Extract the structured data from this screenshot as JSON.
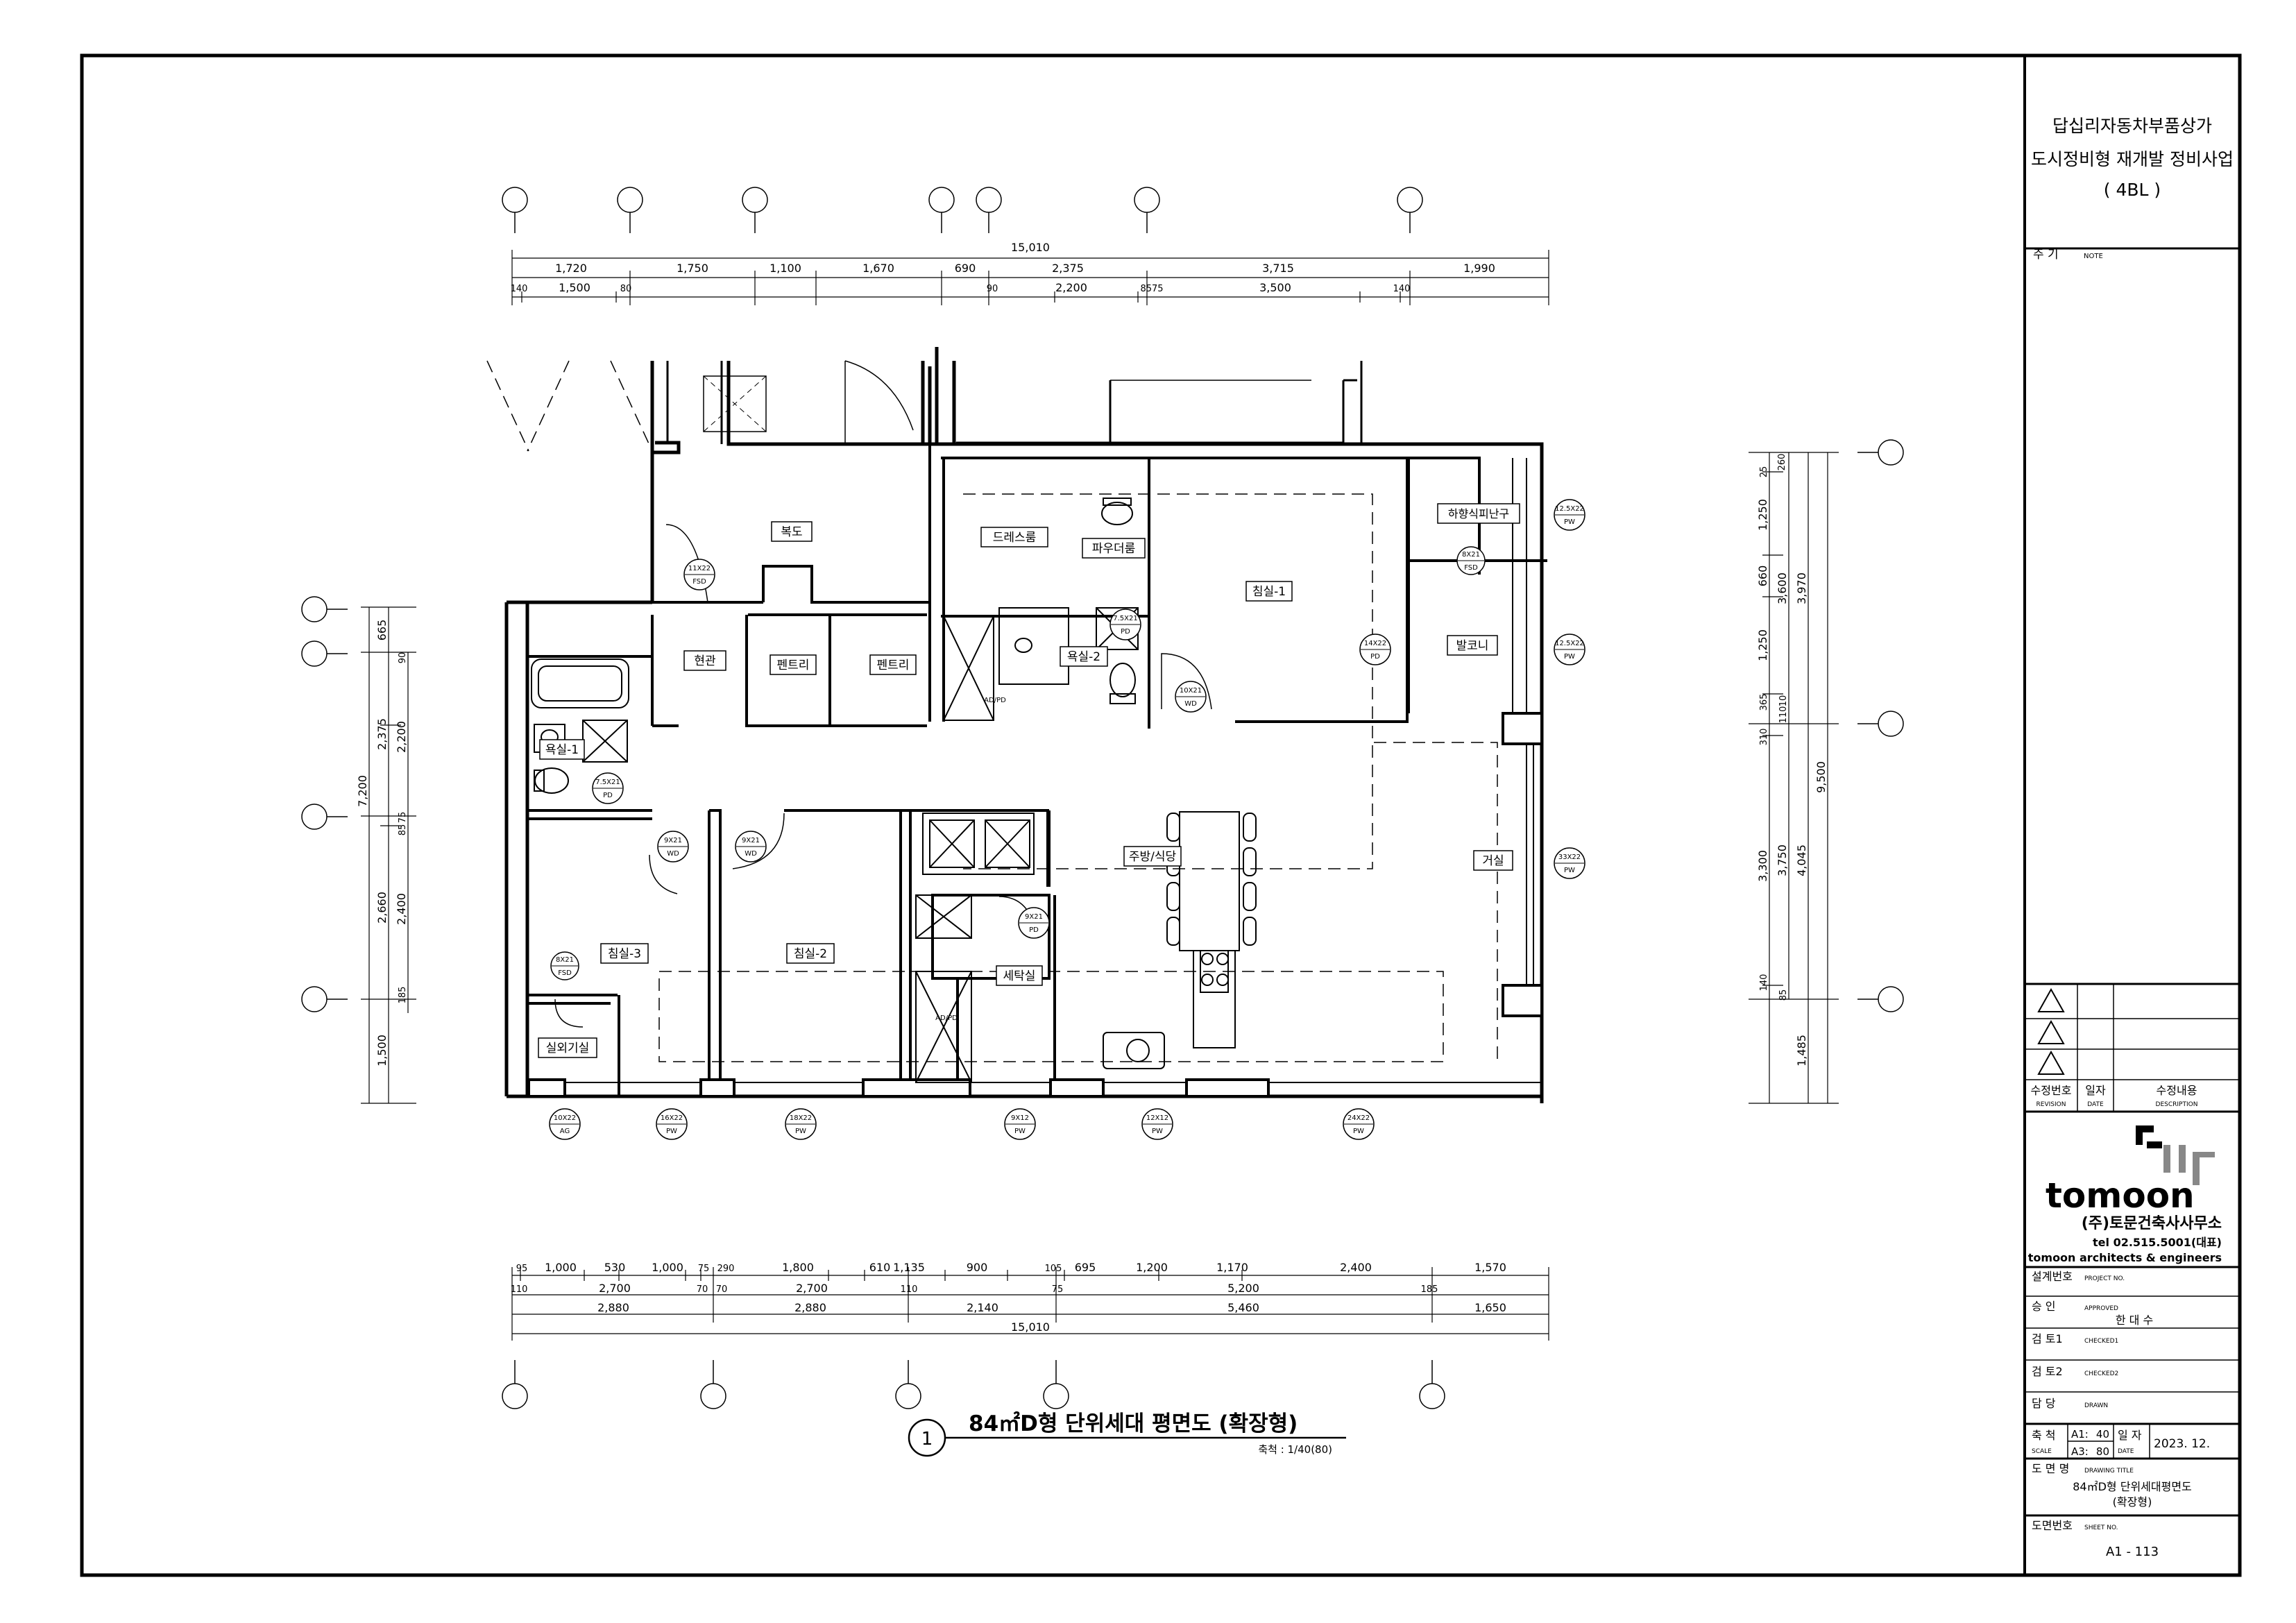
{
  "title_block": {
    "project_line1": "답십리자동차부품상가",
    "project_line2": "도시정비형 재개발 정비사업",
    "project_line3": "( 4BL )",
    "note_label": "주   기",
    "note_en": "NOTE",
    "revision_label": "수정번호",
    "revision_en": "REVISION",
    "date_label": "일자",
    "date_en": "DATE",
    "description_label": "수정내용",
    "description_en": "DESCRIPTION",
    "company_brand": "tomoon",
    "company_name": "(주)토문건축사사무소",
    "company_tel": "tel 02.515.5001(대표)",
    "company_en": "tomoon architects & engineers",
    "project_no_label": "설계번호",
    "project_no_en": "PROJECT NO.",
    "approved_label": "승    인",
    "approved_en": "APPROVED",
    "approved_name": "한 대 수",
    "checked1_label": "검   토1",
    "checked1_en": "CHECKED1",
    "checked2_label": "검   토2",
    "checked2_en": "CHECKED2",
    "drawn_label": "담    당",
    "drawn_en": "DRAWN",
    "scale_label": "축   척",
    "scale_en": "SCALE",
    "scale_a1": "A1:",
    "scale_a1_val": "40",
    "scale_a3": "A3:",
    "scale_a3_val": "80",
    "issue_date_label": "일   자",
    "issue_date_en": "DATE",
    "issue_date": "2023. 12.",
    "drawing_title_label": "도 면 명",
    "drawing_title_en": "DRAWING TITLE",
    "drawing_title_line1": "84㎡D형 단위세대평면도",
    "drawing_title_line2": "(확장형)",
    "sheet_no_label": "도면번호",
    "sheet_no_en": "SHEET NO.",
    "sheet_no": "A1  -  113"
  },
  "plan": {
    "title_number": "1",
    "title": "84㎡D형  단위세대  평면도  (확장형)",
    "scale_text": "축척 : 1/40(80)",
    "rooms": [
      "복도",
      "드레스룸",
      "파우더룸",
      "침실-1",
      "하향식피난구",
      "발코니",
      "현관",
      "펜트리",
      "펜트리",
      "욕실-2",
      "욕실-1",
      "주방/식당",
      "거실",
      "침실-3",
      "침실-2",
      "세탁실",
      "실외기실"
    ],
    "top_total": "15,010",
    "top_row1": [
      "1,720",
      "1,750",
      "1,100",
      "1,670",
      "690",
      "2,375",
      "3,715",
      "1,990"
    ],
    "top_row2": [
      "140",
      "1,500",
      "80",
      "90",
      "2,200",
      "8575",
      "3,500",
      "140"
    ],
    "bottom_row1": [
      "95",
      "1,000",
      "530",
      "1,000",
      "75",
      "290",
      "1,800",
      "610",
      "1,135",
      "900",
      "105",
      "695",
      "1,200",
      "1,170",
      "2,400",
      "1,570"
    ],
    "bottom_row2": [
      "110",
      "2,700",
      "70",
      "70",
      "2,700",
      "110",
      "75",
      "5,200",
      "185"
    ],
    "bottom_row3": [
      "2,880",
      "2,880",
      "2,140",
      "5,460",
      "1,650"
    ],
    "bottom_total": "15,010",
    "left_row1": [
      "665",
      "2,375",
      "7,200",
      "2,660",
      "1,500"
    ],
    "left_row2": [
      "90",
      "2,200",
      "75",
      "85",
      "2,400",
      "185"
    ],
    "right_row1": [
      "25",
      "260",
      "1,250",
      "660",
      "1,250",
      "365",
      "310",
      "110",
      "10",
      "3,300",
      "140",
      "85"
    ],
    "right_row2": [
      "3,600",
      "3,750"
    ],
    "right_row3": [
      "3,970",
      "4,045",
      "1,485"
    ],
    "right_total": "9,500",
    "doors": [
      {
        "code": "11X22",
        "type": "FSD"
      },
      {
        "code": "12.5X22",
        "type": "PW"
      },
      {
        "code": "8X21",
        "type": "FSD"
      },
      {
        "code": "7.5X21",
        "type": "PD"
      },
      {
        "code": "10X21",
        "type": "WD"
      },
      {
        "code": "14X22",
        "type": "PD"
      },
      {
        "code": "12.5X22",
        "type": "PW"
      },
      {
        "code": "7.5X21",
        "type": "PD"
      },
      {
        "code": "9X21",
        "type": "WD"
      },
      {
        "code": "9X21",
        "type": "WD"
      },
      {
        "code": "9X21",
        "type": "PD"
      },
      {
        "code": "33X22",
        "type": "PW"
      },
      {
        "code": "8X21",
        "type": "FSD"
      },
      {
        "code": "10X22",
        "type": "AG"
      },
      {
        "code": "16X22",
        "type": "PW"
      },
      {
        "code": "18X22",
        "type": "PW"
      },
      {
        "code": "9X12",
        "type": "PW"
      },
      {
        "code": "12X12",
        "type": "PW"
      },
      {
        "code": "24X22",
        "type": "PW"
      }
    ],
    "ad_pd": "AD/PD"
  }
}
